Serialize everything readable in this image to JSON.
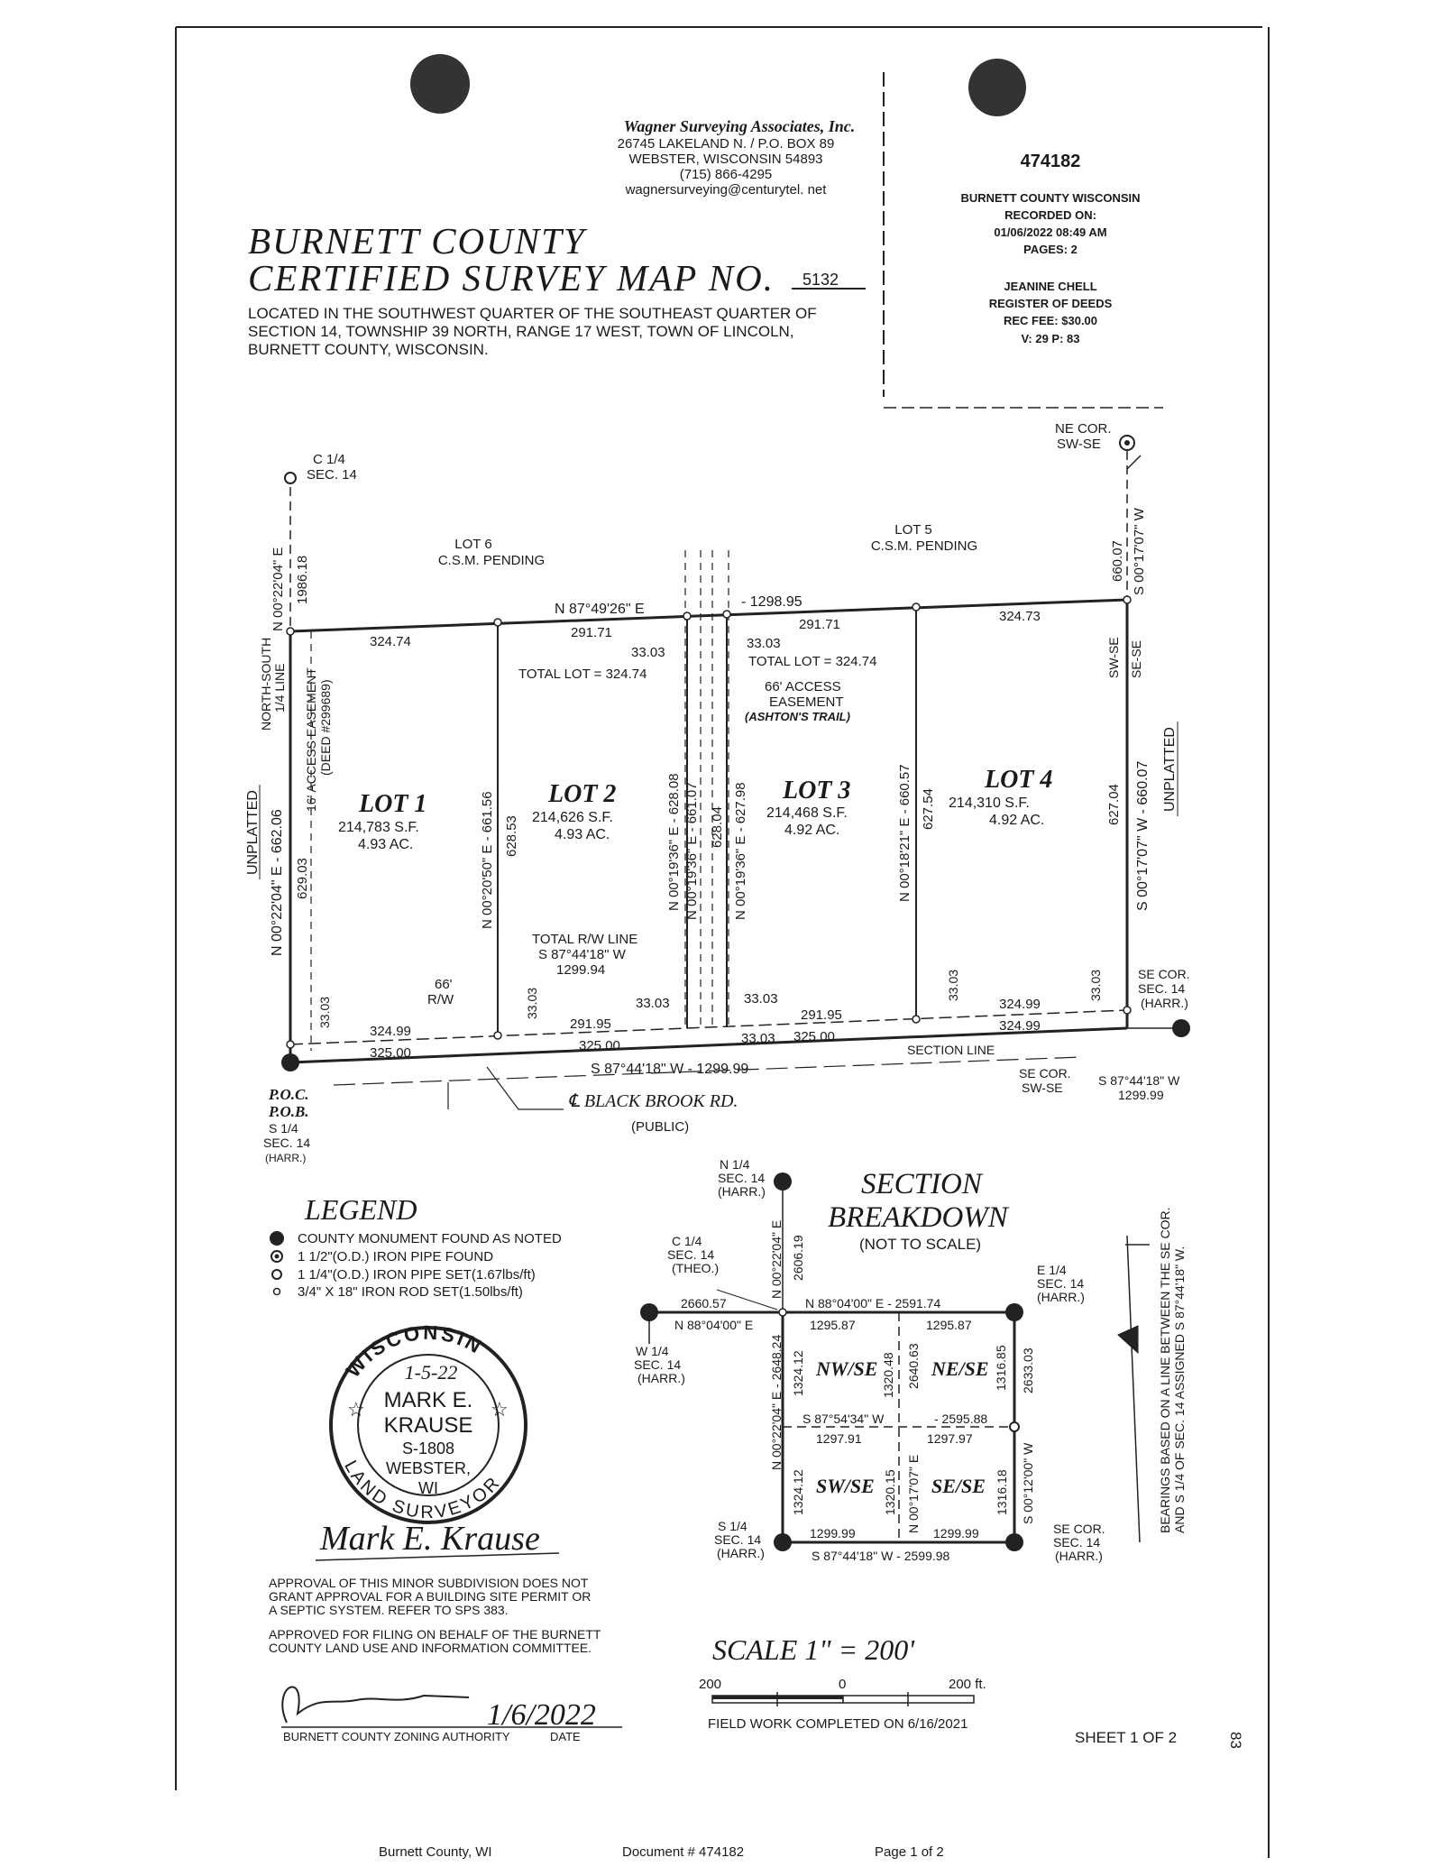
{
  "surveyor": {
    "company": "Wagner Surveying Associates, Inc.",
    "address1": "26745 LAKELAND N. / P.O. BOX 89",
    "address2": "WEBSTER, WISCONSIN 54893",
    "phone": "(715) 866-4295",
    "email": "wagnersurveying@centurytel. net"
  },
  "recording": {
    "doc_number": "474182",
    "county": "BURNETT COUNTY WISCONSIN",
    "recorded_on_label": "RECORDED ON:",
    "recorded_on": "01/06/2022 08:49 AM",
    "pages": "PAGES: 2",
    "register_name": "JEANINE CHELL",
    "register_title": "REGISTER OF DEEDS",
    "fee": "REC FEE: $30.00",
    "volume": "V: 29 P: 83"
  },
  "title": {
    "line1": "BURNETT COUNTY",
    "line2": "CERTIFIED SURVEY MAP NO.",
    "map_no": "5132"
  },
  "location": {
    "line1": "LOCATED IN THE SOUTHWEST QUARTER OF THE SOUTHEAST QUARTER OF",
    "line2": "SECTION 14, TOWNSHIP 39 NORTH, RANGE 17 WEST, TOWN OF LINCOLN,",
    "line3": "BURNETT COUNTY, WISCONSIN."
  },
  "plat": {
    "c14": "C 1/4",
    "c14_sec": "SEC. 14",
    "ne_cor": "NE COR.",
    "ne_cor_sub": "SW-SE",
    "lot6": "LOT 6",
    "lot6_sub": "C.S.M. PENDING",
    "lot5": "LOT 5",
    "lot5_sub": "C.S.M. PENDING",
    "north_bearing_left": "N 87°49'26\" E",
    "north_bearing_right": "- 1298.95",
    "d_32474": "324.74",
    "d_29171a": "291.71",
    "d_29171b": "291.71",
    "d_32473": "324.73",
    "d_3303a": "33.03",
    "d_3303b": "33.03",
    "total_lot_a": "TOTAL LOT = 324.74",
    "total_lot_b": "TOTAL LOT = 324.74",
    "access_66": "66' ACCESS",
    "easement": "EASEMENT",
    "ashton": "(ASHTON'S TRAIL)",
    "lot1": "LOT 1",
    "lot1_sf": "214,783 S.F.",
    "lot1_ac": "4.93 AC.",
    "lot2": "LOT 2",
    "lot2_sf": "214,626 S.F.",
    "lot2_ac": "4.93 AC.",
    "lot3": "LOT 3",
    "lot3_sf": "214,468 S.F.",
    "lot3_ac": "4.92 AC.",
    "lot4": "LOT 4",
    "lot4_sf": "214,310 S.F.",
    "lot4_ac": "4.92 AC.",
    "v_west": "N 00°22'04\" E - 662.06",
    "v_west_top": "N 00°22'04\" E",
    "v_west_top_d": "1986.18",
    "v_62903": "629.03",
    "easement16": "16' ACCESS EASEMENT",
    "deed": "(DEED #299689)",
    "ns_line": "NORTH-SOUTH",
    "ns_line2": "1/4 LINE",
    "unplatted": "UNPLATTED",
    "v_lot12": "N 00°20'50\" E - 661.56",
    "v_62853": "628.53",
    "v_lot2e": "N 00°19'36\" E - 628.08",
    "v_66107": "N 00°19'36\" E - 661.07",
    "v_62804": "628.04",
    "v_62798": "N 00°19'36\" E - 627.98",
    "v_lot34": "N 00°18'21\" E - 660.57",
    "v_62754": "627.54",
    "v_62704": "627.04",
    "v_east": "S 00°17'07\" W - 660.07",
    "v_east_top": "S 00°17'07\" W",
    "v_east_top_d": "660.07",
    "swse": "SW-SE",
    "sese": "SE-SE",
    "rw_total": "TOTAL R/W LINE",
    "rw_bearing": "S 87°44'18\" W",
    "rw_dist": "1299.94",
    "rw66": "66'",
    "rw": "R/W",
    "d_32499a": "324.99",
    "d_32500a": "325.00",
    "d_29195a": "291.95",
    "d_32500b": "325.00",
    "d_29195b": "291.95",
    "d_32500c": "325.00",
    "d_32499b": "324.99",
    "d_32499c": "324.99",
    "d_3303c": "33.03",
    "d_3303d": "33.03",
    "d_3303e": "33.03",
    "d_3303f": "33.03",
    "d_3303g": "33.03",
    "d_3303h": "33.03",
    "d_3303i": "33.03",
    "south_bearing": "S 87°44'18\" W - 1299.99",
    "section_line": "SECTION LINE",
    "se_cor": "SE COR.",
    "se_cor_sec": "SEC. 14",
    "se_cor_harr": "(HARR.)",
    "se_cor_swse": "SE COR.",
    "se_cor_swse2": "SW-SE",
    "se_bearing": "S 87°44'18\" W",
    "se_dist": "1299.99",
    "poc": "P.O.C.",
    "pob": "P.O.B.",
    "s14": "S 1/4",
    "s14_sec": "SEC. 14",
    "s14_harr": "(HARR.)",
    "road": "℄ BLACK BROOK RD.",
    "road_public": "(PUBLIC)"
  },
  "legend": {
    "title": "LEGEND",
    "items": [
      "COUNTY MONUMENT FOUND AS NOTED",
      "1 1/2\"(O.D.) IRON PIPE FOUND",
      "1 1/4\"(O.D.) IRON PIPE SET(1.67lbs/ft)",
      "3/4\" X 18\" IRON ROD SET(1.50lbs/ft)"
    ]
  },
  "seal": {
    "state": "WISCONSIN",
    "date": "1-5-22",
    "name1": "MARK E.",
    "name2": "KRAUSE",
    "number": "S-1808",
    "city": "WEBSTER,",
    "st": "WI",
    "role": "LAND SURVEYOR",
    "signature": "Mark E. Krause"
  },
  "approval": {
    "line1": "APPROVAL OF THIS MINOR SUBDIVISION DOES NOT",
    "line2": "GRANT APPROVAL FOR A BUILDING SITE PERMIT OR",
    "line3": "A SEPTIC SYSTEM. REFER TO SPS 383.",
    "line4": "APPROVED FOR FILING ON BEHALF OF THE BURNETT",
    "line5": "COUNTY LAND USE AND INFORMATION COMMITTEE.",
    "signed_date": "1/6/2022",
    "sig_label": "BURNETT COUNTY ZONING AUTHORITY",
    "date_label": "DATE"
  },
  "breakdown": {
    "title1": "SECTION",
    "title2": "BREAKDOWN",
    "subtitle": "(NOT TO SCALE)",
    "n14": "N 1/4",
    "n14_sec": "SEC. 14",
    "n14_harr": "(HARR.)",
    "c14": "C 1/4",
    "c14_sec": "SEC. 14",
    "c14_theo": "(THEO.)",
    "e14": "E 1/4",
    "e14_sec": "SEC. 14",
    "e14_harr": "(HARR.)",
    "w14": "W 1/4",
    "w14_sec": "SEC. 14",
    "w14_harr": "(HARR.)",
    "s14": "S 1/4",
    "s14_sec": "SEC. 14",
    "s14_harr": "(HARR.)",
    "se": "SE COR.",
    "se_sec": "SEC. 14",
    "se_harr": "(HARR.)",
    "v_n": "N 00°22'04\" E",
    "v_n_d": "2606.19",
    "top_left_d": "2660.57",
    "top_bearing": "N 88°04'00\" E - 2591.74",
    "mid_bearing_w": "N 88°04'00\" E",
    "d_129587a": "1295.87",
    "d_129587b": "1295.87",
    "nwse": "NW/SE",
    "nese": "NE/SE",
    "swse": "SW/SE",
    "sese": "SE/SE",
    "v_w": "N 00°22'04\" E - 2648.24",
    "d_132412a": "1324.12",
    "d_132412b": "1324.12",
    "d_132048": "1320.48",
    "d_264063": "2640.63",
    "d_131685": "1316.85",
    "d_263303": "2633.03",
    "mid_bearing": "S 87°54'34\" W",
    "mid_dist": "- 2595.88",
    "d_129791": "1297.91",
    "d_129797": "1297.97",
    "d_132015": "1320.15",
    "v_c": "N 00°17'07\" E",
    "v_e": "S 00°12'00\" W",
    "d_131618": "1316.18",
    "d_129999a": "1299.99",
    "d_129999b": "1299.99",
    "bottom_bearing": "S 87°44'18\" W - 2599.98",
    "bearing_note1": "BEARINGS BASED ON A LINE BETWEEN THE SE COR.",
    "bearing_note2": "AND S 1/4 OF SEC. 14 ASSIGNED S 87°44'18\" W."
  },
  "scale": {
    "label": "SCALE  1\" = 200'",
    "left": "200",
    "mid": "0",
    "right": "200 ft.",
    "fieldwork": "FIELD WORK COMPLETED ON 6/16/2021"
  },
  "sheet": "SHEET 1 OF 2",
  "margin_mark": "83",
  "footer": {
    "county": "Burnett County, WI",
    "doc": "Document # 474182",
    "page": "Page 1 of 2"
  }
}
